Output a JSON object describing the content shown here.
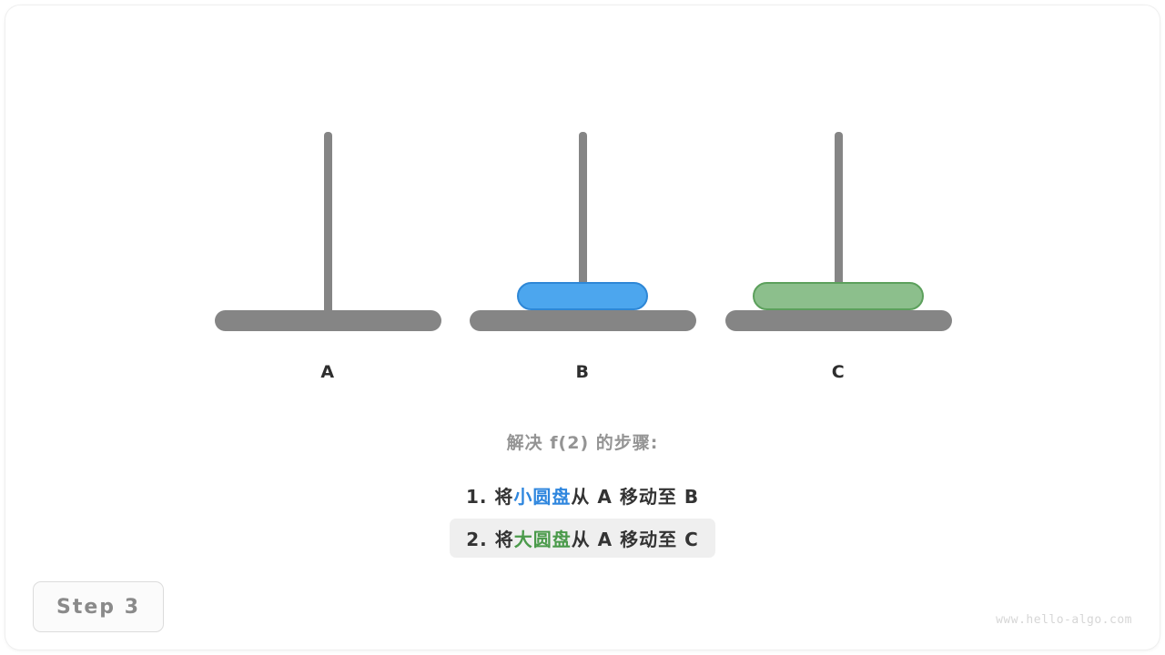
{
  "figure": {
    "title_caption": "解决 f(2) 的步骤:",
    "watermark": "www.hello-algo.com",
    "step_badge": "Step 3"
  },
  "colors": {
    "peg": "#858585",
    "base": "#858585",
    "small_disk_fill": "#4ca6ee",
    "small_disk_border": "#2e87d6",
    "large_disk_fill": "#8cbf8c",
    "large_disk_border": "#5ca05c",
    "label": "#2e2e2e",
    "caption_title": "#949494",
    "highlight_bg": "#efefef",
    "badge_text": "#8a8a8a",
    "watermark_text": "#d6d6d6"
  },
  "towers": [
    {
      "label": "A",
      "disks": []
    },
    {
      "label": "B",
      "disks": [
        "small"
      ]
    },
    {
      "label": "C",
      "disks": [
        "large"
      ]
    }
  ],
  "steps": [
    {
      "number": "1.",
      "verb": "将",
      "disk": "小圆盘",
      "disk_color": "blue",
      "from_word": "从",
      "from": "A",
      "move_word": "移动至",
      "to": "B",
      "active": false
    },
    {
      "number": "2.",
      "verb": "将",
      "disk": "大圆盘",
      "disk_color": "green",
      "from_word": "从",
      "from": "A",
      "move_word": "移动至",
      "to": "C",
      "active": true
    }
  ]
}
